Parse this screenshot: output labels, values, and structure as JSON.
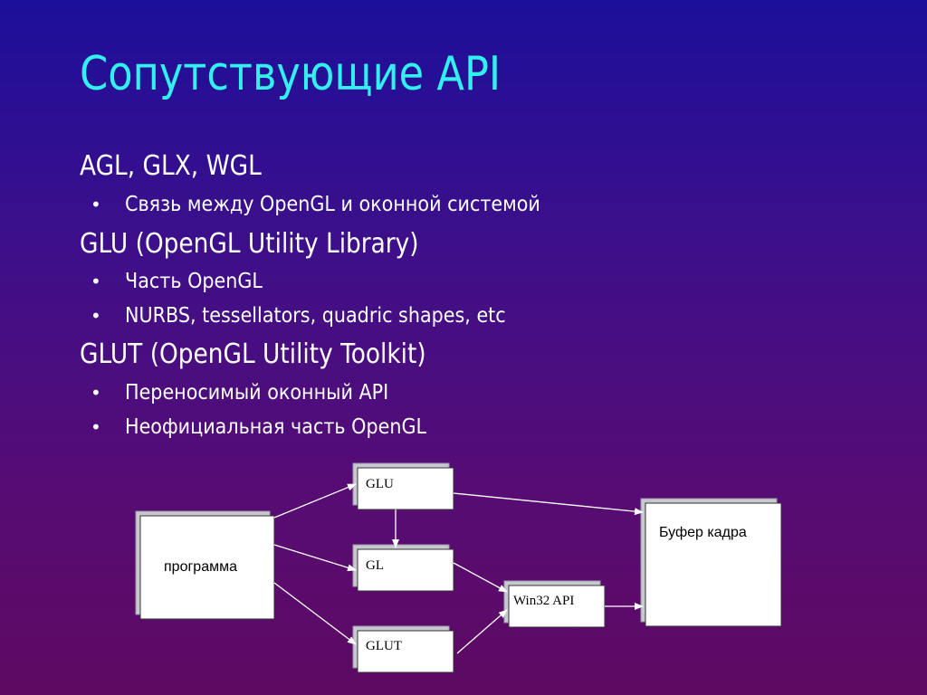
{
  "slide": {
    "title": "Сопутствующие API",
    "sections": [
      {
        "heading": "AGL, GLX, WGL",
        "bullets": [
          "Связь между OpenGL и оконной системой"
        ]
      },
      {
        "heading": "GLU (OpenGL Utility Library)",
        "bullets": [
          "Часть OpenGL",
          "NURBS, tessellators, quadric shapes, etc"
        ]
      },
      {
        "heading": "GLUT (OpenGL Utility Toolkit)",
        "bullets": [
          "Переносимый оконный API",
          "Неофициальная часть OpenGL"
        ]
      }
    ],
    "bullet_glyph": "•"
  },
  "diagram": {
    "program": "программа",
    "glu": "GLU",
    "gl": "GL",
    "glut": "GLUT",
    "win32": "Win32 API",
    "framebuffer": "Буфер кадра"
  },
  "colors": {
    "title": "#33f0ee",
    "text": "#ffffff",
    "box_fill": "#ffffff",
    "box_shadow": "#c8c8d0",
    "arrow": "#ffffff"
  }
}
